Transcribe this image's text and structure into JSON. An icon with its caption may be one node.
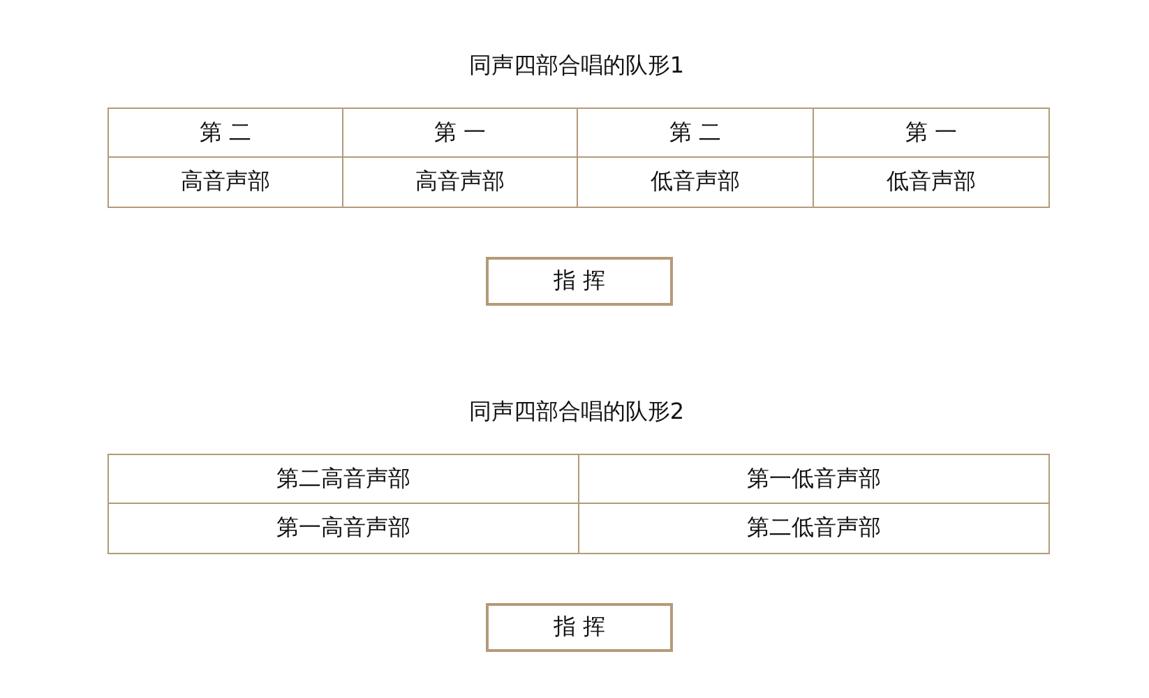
{
  "diagram": {
    "nodes": [
      {
        "text": [
          "指 挥"
        ]
      },
      {
        "text": [
          "指 挥"
        ]
      }
    ],
    "edges": [],
    "labels": [
      "同声四部合唱的队形1",
      "第 二",
      "第 一",
      "第 二",
      "第 一",
      "高音声部",
      "高音声部",
      "低音声部",
      "低音声部",
      "同声四部合唱的队形2",
      "第二高音声部",
      "第一低音声部",
      "第一高音声部",
      "第二低音声部"
    ]
  }
}
